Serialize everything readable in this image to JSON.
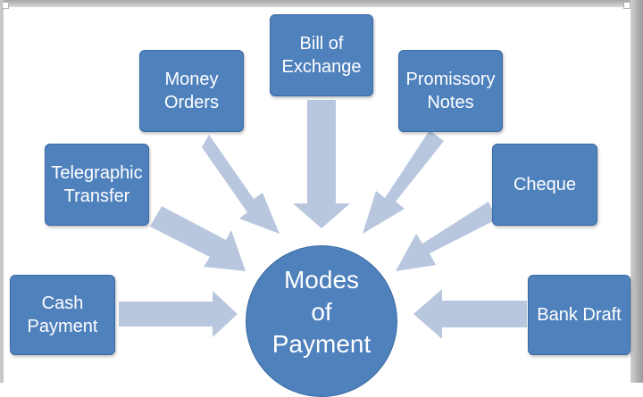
{
  "diagram": {
    "center": {
      "label": "Modes\nof\nPayment"
    },
    "nodes": {
      "cash_payment": "Cash\nPayment",
      "telegraphic_transfer": "Telegraphic\nTransfer",
      "money_orders": "Money\nOrders",
      "bill_of_exchange": "Bill of\nExchange",
      "promissory_notes": "Promissory\nNotes",
      "cheque": "Cheque",
      "bank_draft": "Bank Draft"
    },
    "colors": {
      "box_fill": "#4f81bd",
      "box_border": "#3a6aa3",
      "arrow_fill": "#b8c7de",
      "text": "#ffffff"
    }
  }
}
